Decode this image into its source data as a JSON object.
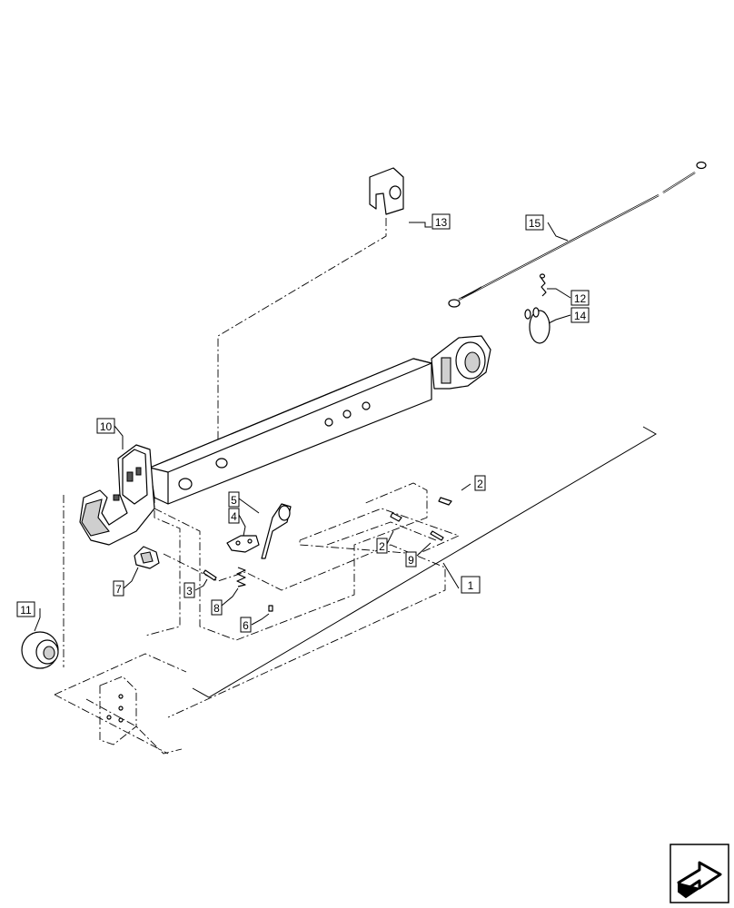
{
  "callouts": [
    {
      "id": "c1",
      "label": "1"
    },
    {
      "id": "c2a",
      "label": "2"
    },
    {
      "id": "c2b",
      "label": "2"
    },
    {
      "id": "c3",
      "label": "3"
    },
    {
      "id": "c4",
      "label": "4"
    },
    {
      "id": "c5",
      "label": "5"
    },
    {
      "id": "c6",
      "label": "6"
    },
    {
      "id": "c7",
      "label": "7"
    },
    {
      "id": "c8",
      "label": "8"
    },
    {
      "id": "c9",
      "label": "9"
    },
    {
      "id": "c10",
      "label": "10"
    },
    {
      "id": "c11",
      "label": "11"
    },
    {
      "id": "c12",
      "label": "12"
    },
    {
      "id": "c13",
      "label": "13"
    },
    {
      "id": "c14",
      "label": "14"
    },
    {
      "id": "c15",
      "label": "15"
    }
  ],
  "nav": {
    "icon": "forward-arrow-icon"
  }
}
